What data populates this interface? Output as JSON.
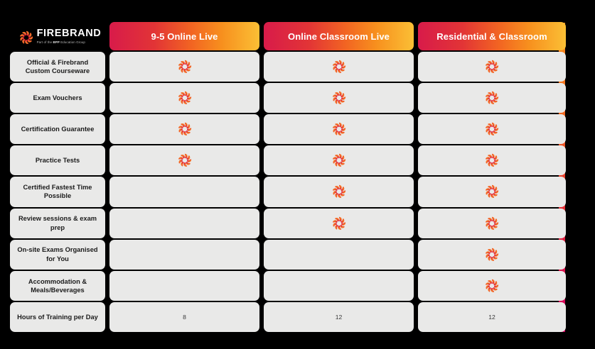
{
  "brand": {
    "name": "FIREBRAND",
    "tagline_prefix": "Part of the ",
    "tagline_bold": "BPP",
    "tagline_suffix": " Education Group",
    "logo_icon": "firebrand-pinwheel-icon",
    "colors": {
      "accent_start": "#f98719",
      "accent_end": "#d50060",
      "pill_start": "#d81b4a",
      "pill_mid": "#f26522",
      "pill_end": "#fbbf35",
      "cell_bg": "#e9e9e8",
      "page_bg": "#000000"
    }
  },
  "table": {
    "columns": [
      {
        "id": "online-live",
        "label": "9-5 Online Live"
      },
      {
        "id": "online-classroom-live",
        "label": "Online Classroom Live"
      },
      {
        "id": "residential-classroom",
        "label": "Residential & Classroom"
      }
    ],
    "rows": [
      {
        "id": "official-firebrand-custom-courseware",
        "label": "Official & Firebrand Custom Courseware",
        "cells": [
          "check",
          "check",
          "check"
        ]
      },
      {
        "id": "exam-vouchers",
        "label": "Exam Vouchers",
        "cells": [
          "check",
          "check",
          "check"
        ]
      },
      {
        "id": "certification-guarantee",
        "label": "Certification Guarantee",
        "cells": [
          "check",
          "check",
          "check"
        ]
      },
      {
        "id": "practice-tests",
        "label": "Practice Tests",
        "cells": [
          "check",
          "check",
          "check"
        ]
      },
      {
        "id": "certified-fastest-time-possible",
        "label": "Certified Fastest Time Possible",
        "cells": [
          "",
          "check",
          "check"
        ]
      },
      {
        "id": "review-sessions-exam-prep",
        "label": "Review sessions & exam prep",
        "cells": [
          "",
          "check",
          "check"
        ]
      },
      {
        "id": "on-site-exams-organised-for-you",
        "label": "On-site Exams Organised for You",
        "cells": [
          "",
          "",
          "check"
        ]
      },
      {
        "id": "accommodation-meals-beverages",
        "label": "Accommodation & Meals/Beverages",
        "cells": [
          "",
          "",
          "check"
        ]
      },
      {
        "id": "hours-of-training-per-day",
        "label": "Hours of Training per Day",
        "cells": [
          "8",
          "12",
          "12"
        ]
      }
    ]
  }
}
